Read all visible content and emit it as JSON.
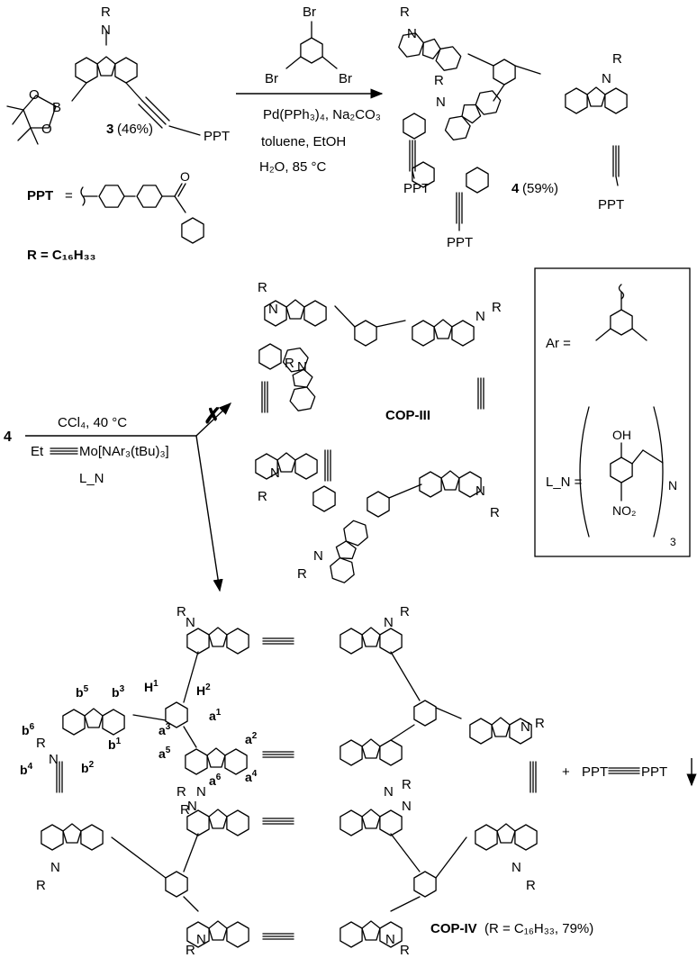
{
  "step1": {
    "reagent_br": "Br",
    "conditions_line1": "Pd(PPh₃)₄, Na₂CO₃",
    "conditions_line2": "toluene, EtOH",
    "conditions_line3": "H₂O, 85 °C"
  },
  "compound3": {
    "number": "3",
    "yield": "(46%)",
    "substituent_r": "R",
    "substituent_n": "N",
    "boron": "B",
    "oxygen": "O",
    "ppt": "PPT"
  },
  "definitions": {
    "ppt_label": "PPT",
    "equals": "=",
    "oxygen": "O",
    "r_def": "R = C₁₆H₃₃"
  },
  "compound4": {
    "number": "4",
    "yield": "(59%)",
    "r": "R",
    "n": "N",
    "ppt": "PPT"
  },
  "step2": {
    "reactant": "4",
    "conditions_line1": "CCl₄, 40 °C",
    "catalyst": "Mo[NAr₃(tBu)₃]",
    "catalyst_prefix": "Et",
    "ligand": "L_N",
    "blocked_mark": "✗"
  },
  "cop3": {
    "label": "COP-III",
    "r": "R",
    "n": "N"
  },
  "legend": {
    "ar_label": "Ar =",
    "ln_label": "L_N =",
    "oh": "OH",
    "n": "N",
    "no2": "NO₂",
    "subscript3": "3"
  },
  "cop4": {
    "label": "COP-IV",
    "detail": "(R = C₁₆H₃₃, 79%)",
    "r": "R",
    "n": "N",
    "byproduct_left": "PPT",
    "byproduct_right": "PPT",
    "plus": "+",
    "protons": [
      "H1",
      "H2",
      "a1",
      "a2",
      "a3",
      "a4",
      "a5",
      "a6",
      "b1",
      "b2",
      "b3",
      "b4",
      "b5",
      "b6"
    ]
  }
}
